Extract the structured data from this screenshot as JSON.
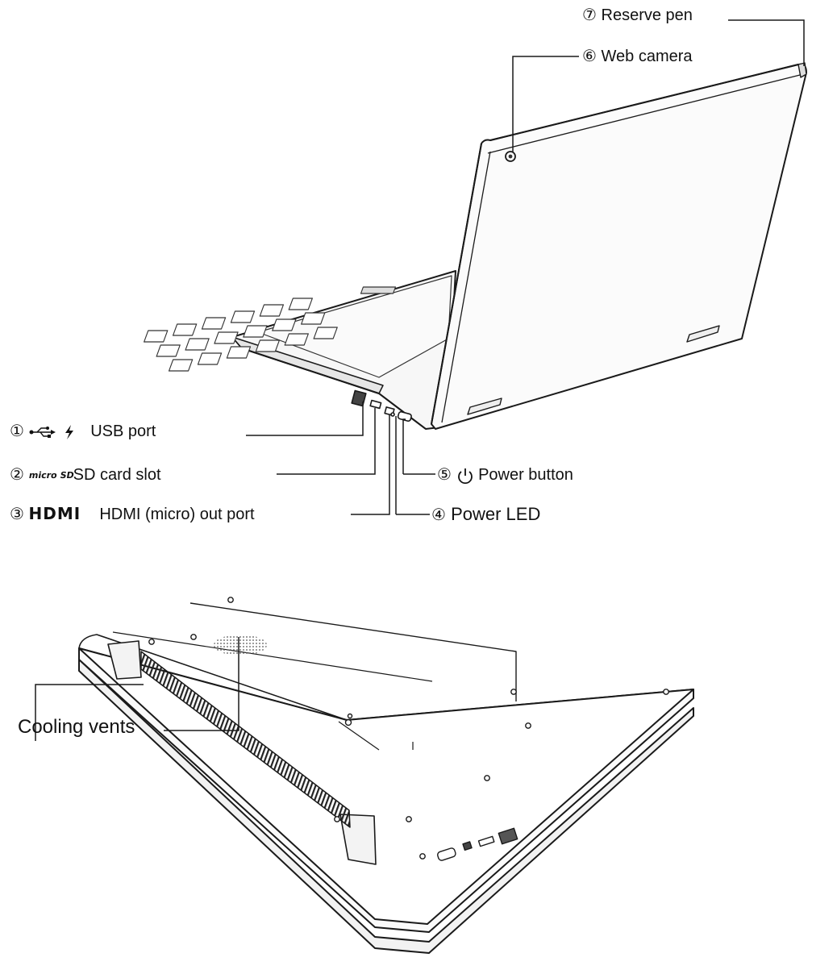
{
  "top_view": {
    "callouts": [
      {
        "number": "①",
        "icons": [
          "usb-icon",
          "charge-bolt-icon"
        ],
        "label": "USB port"
      },
      {
        "number": "②",
        "icons": [
          "microsd-logo"
        ],
        "logo_text": "micro SD",
        "label": "SD card slot"
      },
      {
        "number": "③",
        "icons": [
          "hdmi-logo"
        ],
        "logo_text": "HDMI",
        "label": "HDMI (micro) out port"
      },
      {
        "number": "④",
        "label": "Power LED"
      },
      {
        "number": "⑤",
        "icons": [
          "power-icon"
        ],
        "label": "Power button"
      },
      {
        "number": "⑥",
        "label": "Web camera"
      },
      {
        "number": "⑦",
        "label": "Reserve pen"
      }
    ]
  },
  "bottom_view": {
    "callouts": [
      {
        "label": "Cooling vents"
      }
    ]
  },
  "colors": {
    "line": "#1a1a1a",
    "fill": "#ffffff",
    "shade": "#e8e8e8",
    "vent": "#333333"
  }
}
